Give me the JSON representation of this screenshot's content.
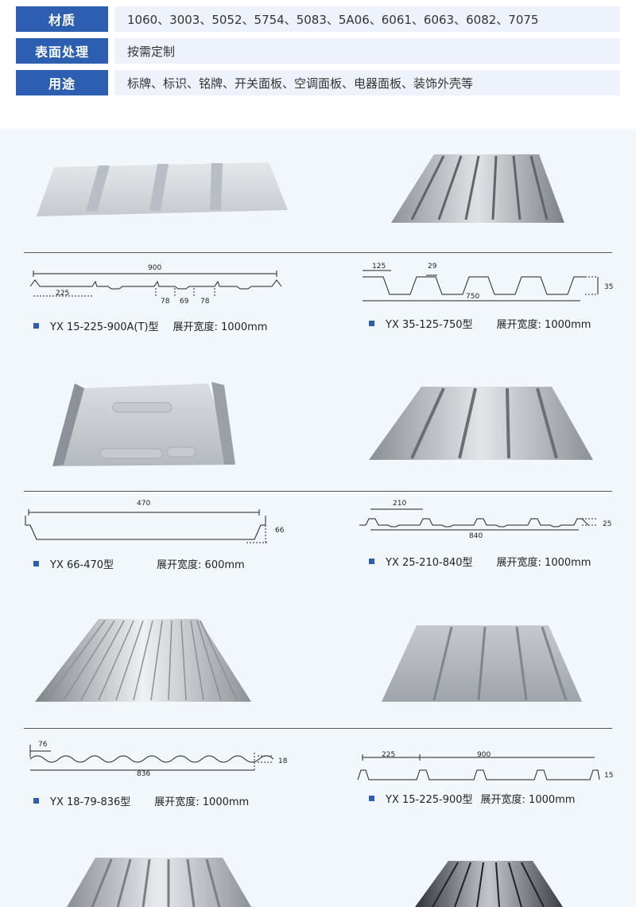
{
  "specs": [
    {
      "label": "材质",
      "value": "1060、3003、5052、5754、5083、5A06、6061、6063、6082、7075"
    },
    {
      "label": "表面处理",
      "value": "按需定制"
    },
    {
      "label": "用途",
      "value": "标牌、标识、铭牌、开关面板、空调面板、电器面板、装饰外壳等"
    }
  ],
  "accent_color": "#2c5fb0",
  "products": [
    {
      "model": "YX 15-225-900A(T)型",
      "width": "展开宽度: 1000mm",
      "dims": [
        "900",
        "225",
        "78",
        "69",
        "78"
      ]
    },
    {
      "model": "YX 35-125-750型",
      "width": "展开宽度: 1000mm",
      "dims": [
        "125",
        "29",
        "35",
        "750"
      ]
    },
    {
      "model": "YX 66-470型",
      "width": "展开宽度: 600mm",
      "dims": [
        "470",
        "66"
      ]
    },
    {
      "model": "YX 25-210-840型",
      "width": "展开宽度: 1000mm",
      "dims": [
        "210",
        "25",
        "840"
      ]
    },
    {
      "model": "YX 18-79-836型",
      "width": "展开宽度: 1000mm",
      "dims": [
        "76",
        "18",
        "836"
      ]
    },
    {
      "model": "YX 15-225-900型",
      "width": "展开宽度: 1000mm",
      "dims": [
        "225",
        "900",
        "15"
      ]
    }
  ]
}
